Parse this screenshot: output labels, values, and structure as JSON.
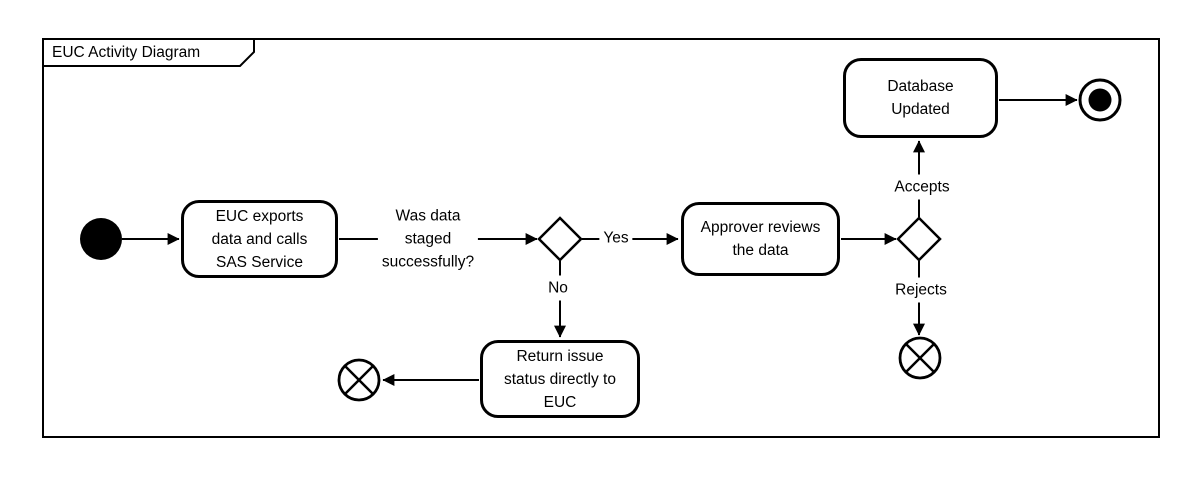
{
  "canvas": {
    "background": "#ffffff",
    "stroke_color": "#000000",
    "shape_fill": "#ffffff"
  },
  "frame": {
    "title": "EUC Activity Diagram"
  },
  "tasks": [
    {
      "label": "EUC exports\ndata and calls\nSAS Service"
    },
    {
      "label": "Approver reviews\nthe data"
    },
    {
      "label": "Database\nUpdated"
    },
    {
      "label": "Return issue\nstatus directly to\nEUC"
    }
  ],
  "edge_labels": {
    "question": "Was data\nstaged\nsuccessfully?",
    "yes": "Yes",
    "no": "No",
    "accepts": "Accepts",
    "rejects": "Rejects"
  },
  "events": {
    "start_icon": "filled-circle-start-event",
    "end_icon": "ring-end-event",
    "cancel_left_icon": "circle-x-cancel-event",
    "cancel_right_icon": "circle-x-cancel-event"
  }
}
